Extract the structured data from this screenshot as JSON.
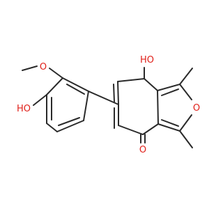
{
  "colors": {
    "bond": "#2a2a2a",
    "oxygen": "#e0201a",
    "background": "#ffffff"
  },
  "atoms": {
    "o_methoxy": "O",
    "o_phenol": "HO",
    "o_tropolone": "HO",
    "o_furan": "O",
    "o_ketone": "O"
  }
}
